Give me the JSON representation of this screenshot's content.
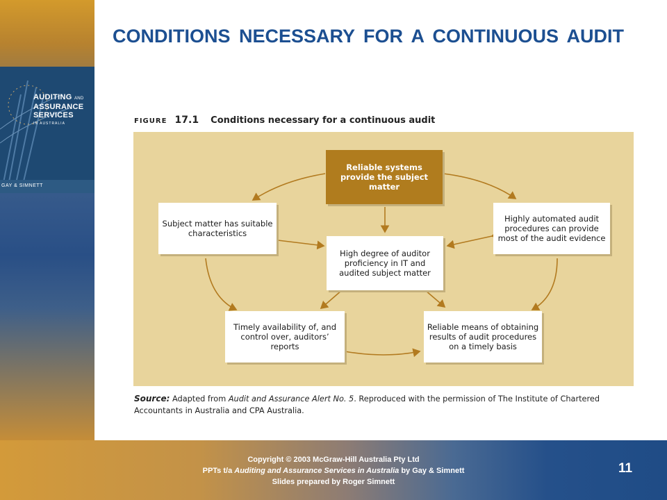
{
  "slide": {
    "title": "CONDITIONS NECESSARY FOR A CONTINUOUS AUDIT",
    "page_number": "11"
  },
  "book_cover": {
    "title_line1": "AUDITING",
    "title_and": "AND",
    "title_line2": "ASSURANCE",
    "title_line3": "SERVICES",
    "title_sub": "IN AUSTRALIA",
    "authors": "GAY & SIMNETT"
  },
  "figure": {
    "label": "FIGURE",
    "number": "17.1",
    "caption": "Conditions necessary for a continuous audit",
    "nodes": {
      "top": "Reliable systems provide the subject matter",
      "left": "Subject matter has suitable characteristics",
      "right": "Highly automated audit procedures can provide most of the audit evidence",
      "center": "High degree of auditor proficiency in IT and audited subject matter",
      "bottom_left": "Timely availability of, and control over, auditors’ reports",
      "bottom_right": "Reliable means of obtaining results of audit procedures on a timely basis"
    },
    "colors": {
      "panel": "#e8d49c",
      "top_box": "#b07c1e",
      "arrow": "#b27a1f"
    }
  },
  "source": {
    "label": "Source:",
    "text_1": "Adapted from",
    "publication": "Audit and Assurance Alert No. 5",
    "text_2": ". Reproduced with the permission of The Institute of Chartered Accountants in Australia and CPA Australia."
  },
  "footer": {
    "copyright": "Copyright © 2003 McGraw-Hill Australia Pty Ltd",
    "ppts_prefix": "PPTs t/a",
    "book_title": "Auditing and Assurance Services in Australia",
    "ppts_suffix": "by Gay & Simnett",
    "prepared_by": "Slides prepared by Roger Simnett"
  }
}
